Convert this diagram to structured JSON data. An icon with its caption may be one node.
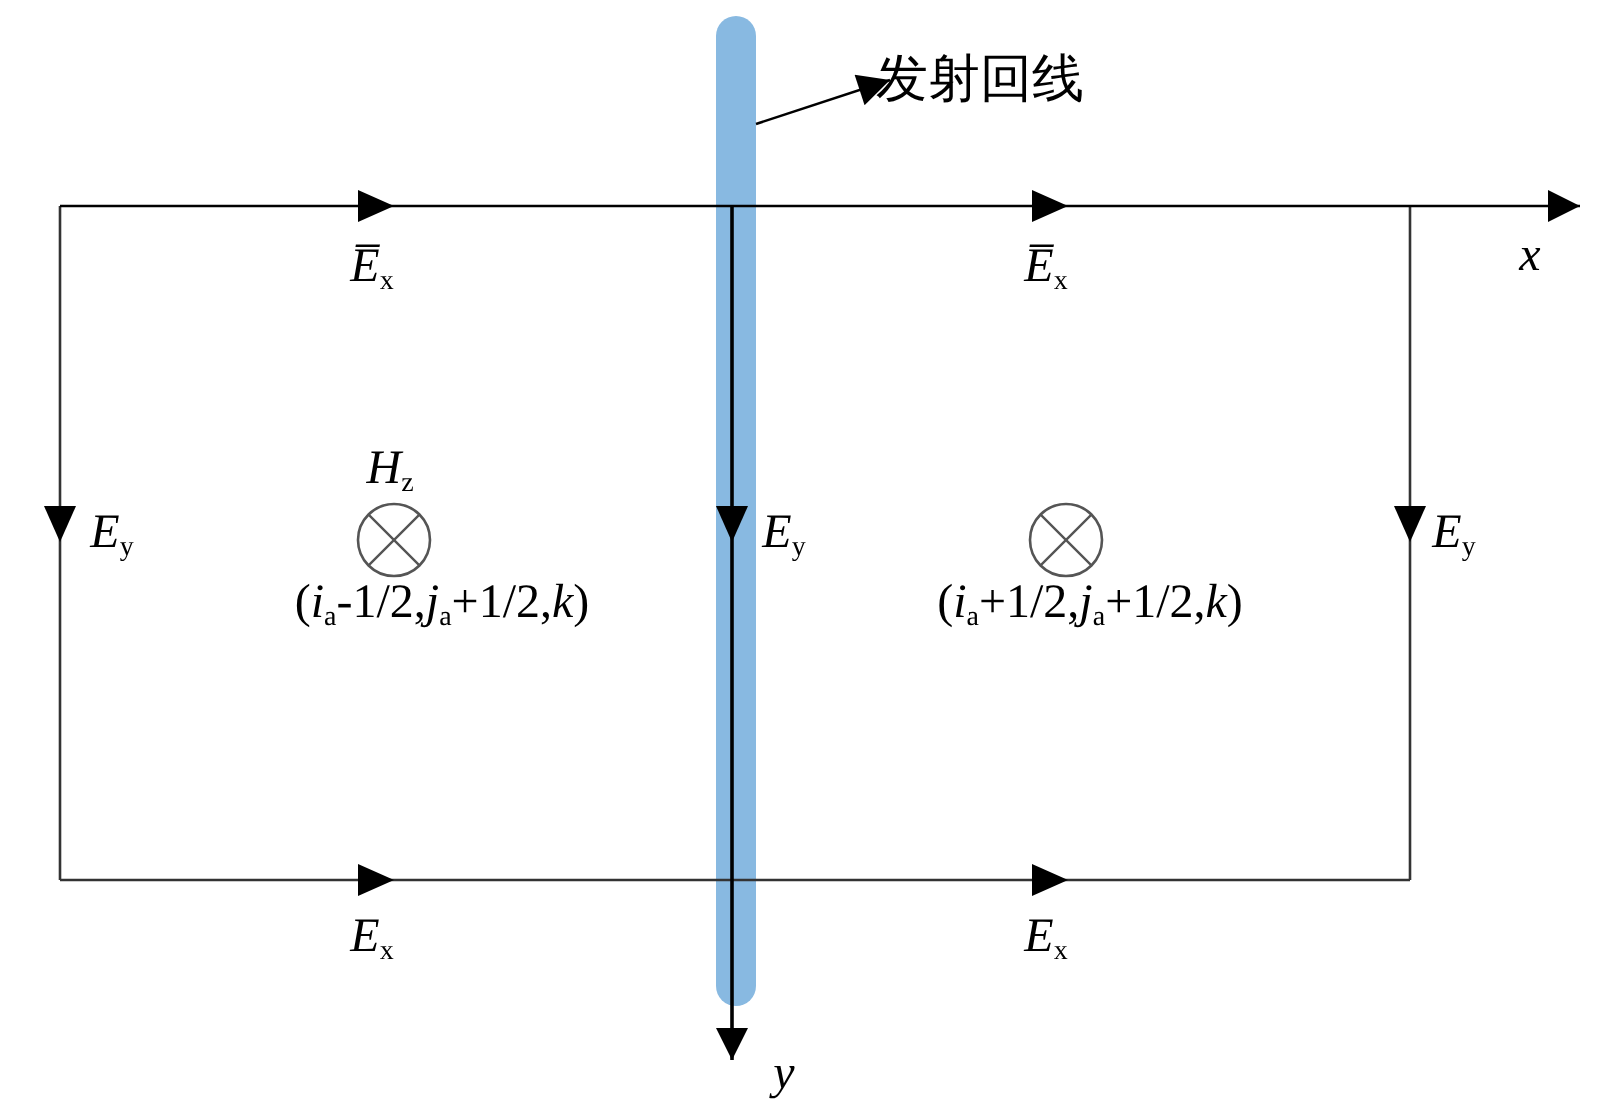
{
  "diagram": {
    "nodes": [
      {
        "text": [
          "发射回线"
        ]
      },
      {
        "text": [],
        "shape": "bar"
      }
    ],
    "edges": [
      {
        "from": 1,
        "to": 0,
        "arrow": "to"
      }
    ],
    "labels": [
      "*E̅*$_{x}$",
      "*E̅*$_{x}$",
      "x",
      "*E*$_{y}$",
      "*H*$_{z}$",
      "*E*$_{y}$",
      "*E*$_{y}$",
      "(*i*$_{a}$-1/2,*j*$_{a}$+1/2,*k*)",
      "(*i*$_{a}$+1/2,*j*$_{a}$+1/2,*k*)",
      "*E*$_{x}$",
      "*E*$_{x}$",
      "y"
    ]
  }
}
